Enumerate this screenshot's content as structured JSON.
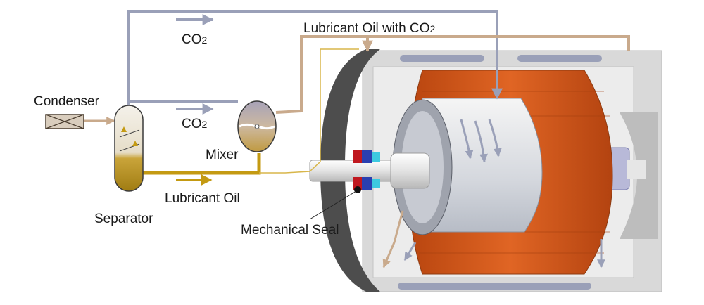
{
  "labels": {
    "condenser": "Condenser",
    "separator": "Separator",
    "mixer": "Mixer",
    "co2_main": "CO",
    "co2_main_sub": "2",
    "co2_mixer": "CO",
    "co2_mixer_sub": "2",
    "oil_with_co2": "Lubricant Oil with CO",
    "oil_with_co2_sub": "2",
    "lubricant_oil": "Lubricant Oil",
    "mechanical_seal": "Mechanical Seal"
  },
  "colors": {
    "co2_pipe": "#9aa0b8",
    "oil_with_co2_pipe": "#c9aa8c",
    "lubricant_oil_pipe": "#c49a12",
    "stator_copper": "#d4561c",
    "housing_gray": "#d7d7d7",
    "housing_dark": "#555555"
  }
}
